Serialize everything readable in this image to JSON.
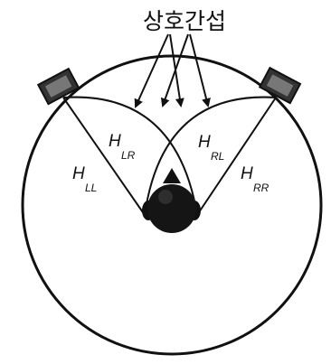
{
  "title": "상호간섭",
  "paths": {
    "left_to_left": {
      "main": "H",
      "sub": "LL"
    },
    "left_to_right": {
      "main": "H",
      "sub": "LR"
    },
    "right_to_left": {
      "main": "H",
      "sub": "RL"
    },
    "right_to_right": {
      "main": "H",
      "sub": "RR"
    }
  },
  "colors": {
    "ink": "#111111",
    "background": "#ffffff"
  },
  "icons": {
    "left_speaker": "speaker-icon",
    "right_speaker": "speaker-icon",
    "listener": "head-icon"
  }
}
